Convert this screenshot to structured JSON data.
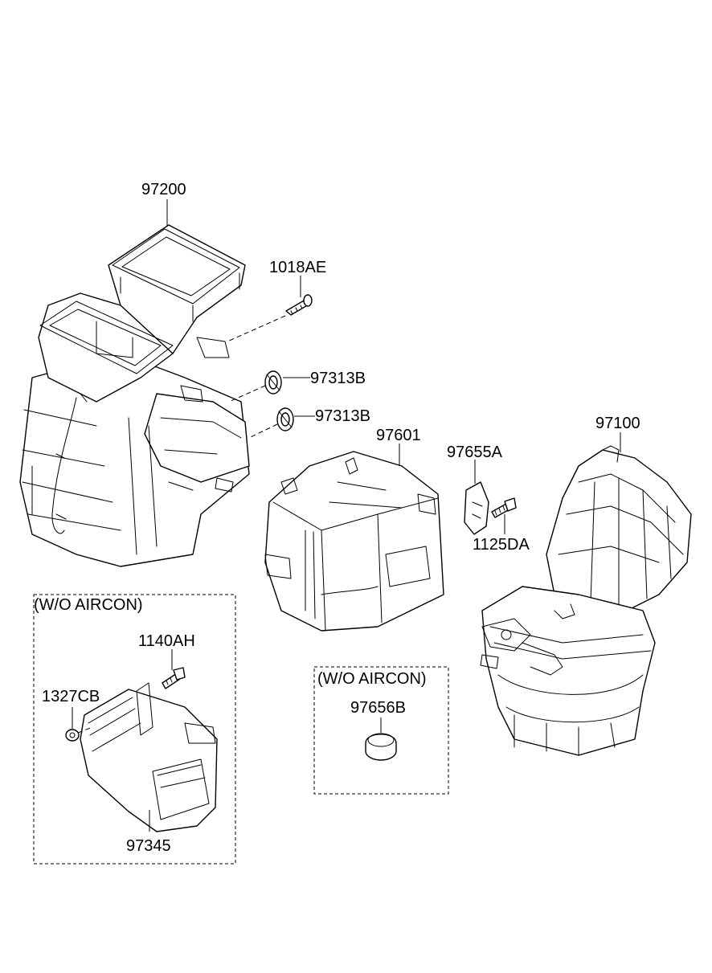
{
  "diagram": {
    "labels": {
      "p97200": "97200",
      "p1018AE": "1018AE",
      "p97313B_a": "97313B",
      "p97313B_b": "97313B",
      "p97601": "97601",
      "p97655A": "97655A",
      "p1125DA": "1125DA",
      "p97100": "97100",
      "p1140AH": "1140AH",
      "p1327CB": "1327CB",
      "p97345": "97345",
      "p97656B": "97656B"
    },
    "boxes": {
      "left_title": "(W/O AIRCON)",
      "center_title": "(W/O AIRCON)"
    }
  }
}
